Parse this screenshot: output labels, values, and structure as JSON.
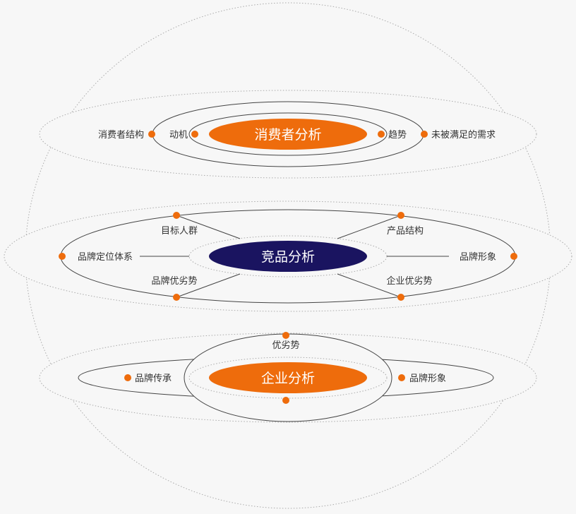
{
  "colors": {
    "orange": "#ee6c0c",
    "navy": "#1a1460",
    "line": "#444444",
    "dotted": "#aaaaaa"
  },
  "layers": {
    "consumer": {
      "core": "消费者分析",
      "left_outer": "消费者结构",
      "left_inner": "动机",
      "right_inner": "趋势",
      "right_outer": "未被满足的需求"
    },
    "competitor": {
      "core": "竞品分析",
      "top_left": "目标人群",
      "top_right": "产品结构",
      "left": "品牌定位体系",
      "right": "品牌形象",
      "bottom_left": "品牌优劣势",
      "bottom_right": "企业优劣势"
    },
    "enterprise": {
      "core": "企业分析",
      "top": "优劣势",
      "left": "品牌传承",
      "right": "品牌形象"
    }
  }
}
